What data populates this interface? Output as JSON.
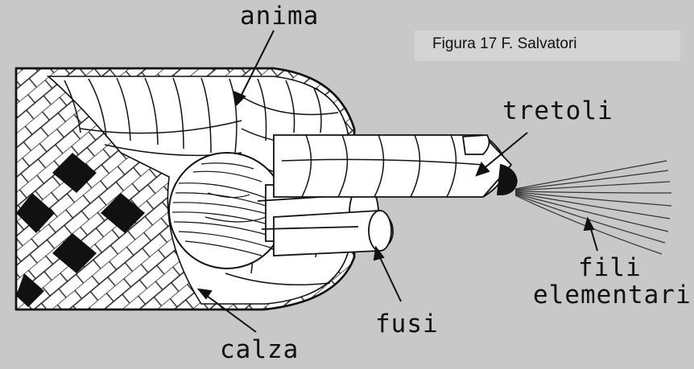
{
  "figure": {
    "caption": "Figura 17  F. Salvatori",
    "background_color": "#c8c8c8",
    "labels": {
      "anima": "anima",
      "tretoli": "tretoli",
      "fili_line1": "fili",
      "fili_line2": "elementari",
      "fusi": "fusi",
      "calza": "calza"
    }
  }
}
